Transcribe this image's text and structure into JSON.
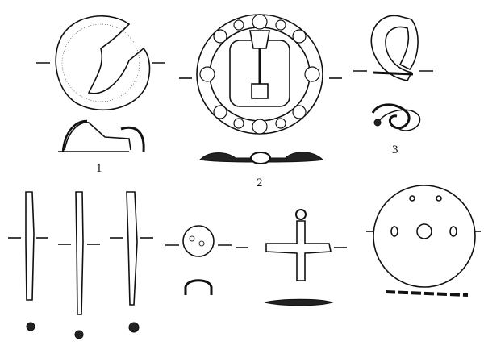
{
  "figure": {
    "labels": [
      "1",
      "2",
      "3"
    ],
    "colors": {
      "ink": "#111111",
      "paper": "#ffffff"
    }
  }
}
